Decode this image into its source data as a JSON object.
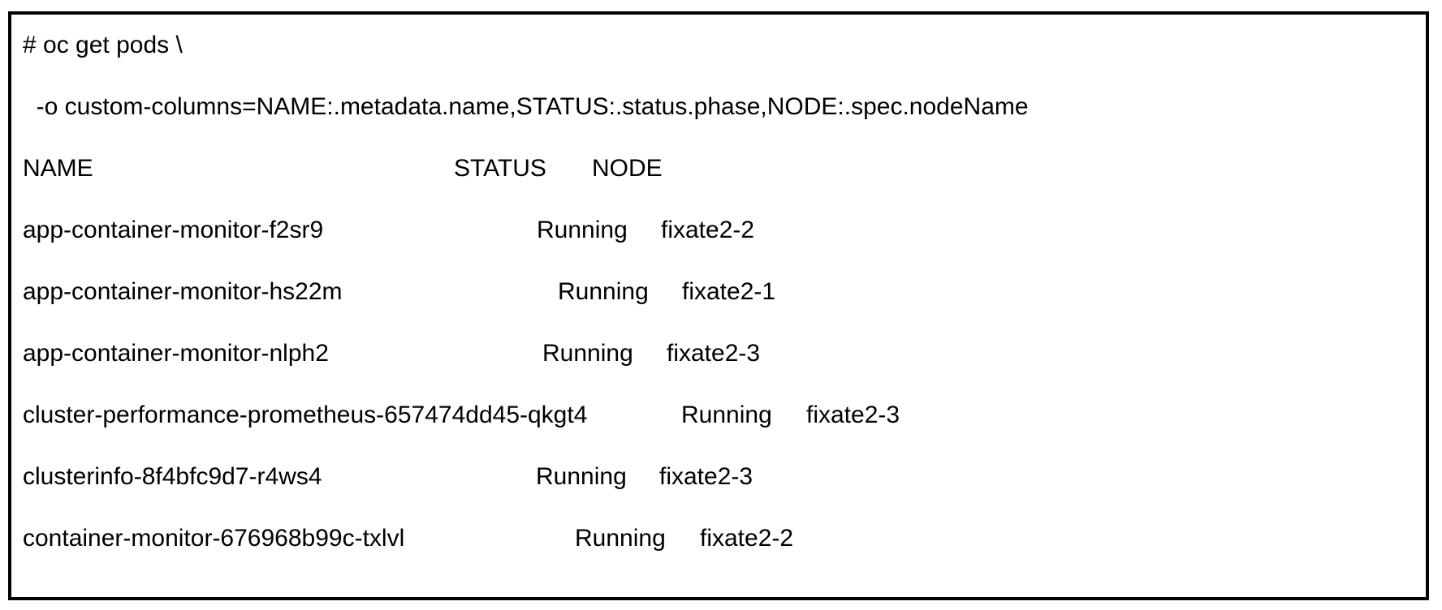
{
  "command": {
    "line1": "# oc get pods \\",
    "line2": "  -o custom-columns=NAME:.metadata.name,STATUS:.status.phase,NODE:.spec.nodeName"
  },
  "header": {
    "name": "NAME",
    "status": "STATUS",
    "node": "NODE"
  },
  "rows": [
    {
      "name": "app-container-monitor-f2sr9",
      "status": "Running",
      "node": "fixate2-2"
    },
    {
      "name": "app-container-monitor-hs22m",
      "status": "Running",
      "node": "fixate2-1"
    },
    {
      "name": "app-container-monitor-nlph2",
      "status": "Running",
      "node": "fixate2-3"
    },
    {
      "name": "cluster-performance-prometheus-657474dd45-qkgt4",
      "status": "Running",
      "node": "fixate2-3"
    },
    {
      "name": "clusterinfo-8f4bfc9d7-r4ws4",
      "status": "Running",
      "node": "fixate2-3"
    },
    {
      "name": "container-monitor-676968b99c-txlvl",
      "status": "Running",
      "node": "fixate2-2"
    }
  ]
}
